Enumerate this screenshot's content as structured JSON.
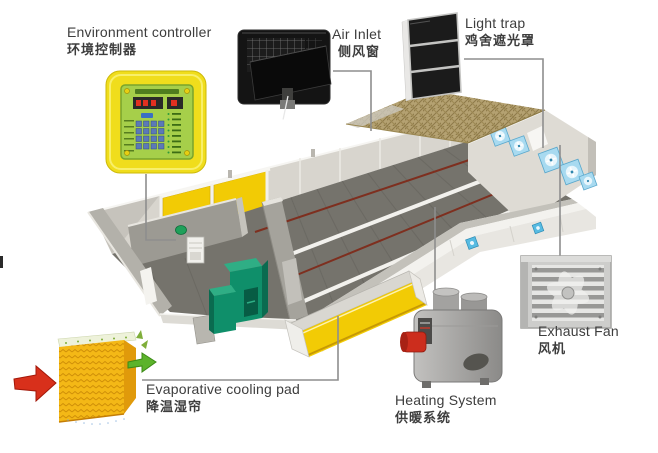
{
  "labels": {
    "environment_controller": {
      "en": "Environment controller",
      "zh": "环境控制器"
    },
    "air_inlet": {
      "en": "Air Inlet",
      "zh": "侧风窗"
    },
    "light_trap": {
      "en": "Light trap",
      "zh": "鸡舍遮光罩"
    },
    "exhaust_fan": {
      "en": "Exhaust Fan",
      "zh": "风机"
    },
    "evaporative_cooling_pad": {
      "en": "Evaporative cooling pad",
      "zh": "降温湿帘"
    },
    "heating_system": {
      "en": "Heating System",
      "zh": "供暖系统"
    }
  },
  "components": [
    {
      "name": "environment-controller-unit"
    },
    {
      "name": "air-inlet-vent"
    },
    {
      "name": "light-trap-panel"
    },
    {
      "name": "exhaust-fan-unit"
    },
    {
      "name": "evaporative-cooling-pad-block"
    },
    {
      "name": "heating-system-unit"
    },
    {
      "name": "poultry-house-building"
    }
  ],
  "colors": {
    "label_text": "#3d3d3d",
    "leader_line": "#8e8e8e",
    "floor_gray": "#75736c",
    "feed_line_red": "#7e2f1f",
    "wall_pad_yellow": "#f2cb05",
    "cooling_pad_orange": "#f4b816",
    "controller_yellow": "#f0dd1c",
    "controller_panel_green": "#a6cf4a",
    "machine_teal": "#0f8f6a",
    "gable_fan_blue": "#a8daf0",
    "roof_tan": "#b4a171",
    "heater_gray": "#a5a4a2",
    "arrow_in_red": "#d8301b",
    "arrow_out_green": "#5cb32b"
  }
}
